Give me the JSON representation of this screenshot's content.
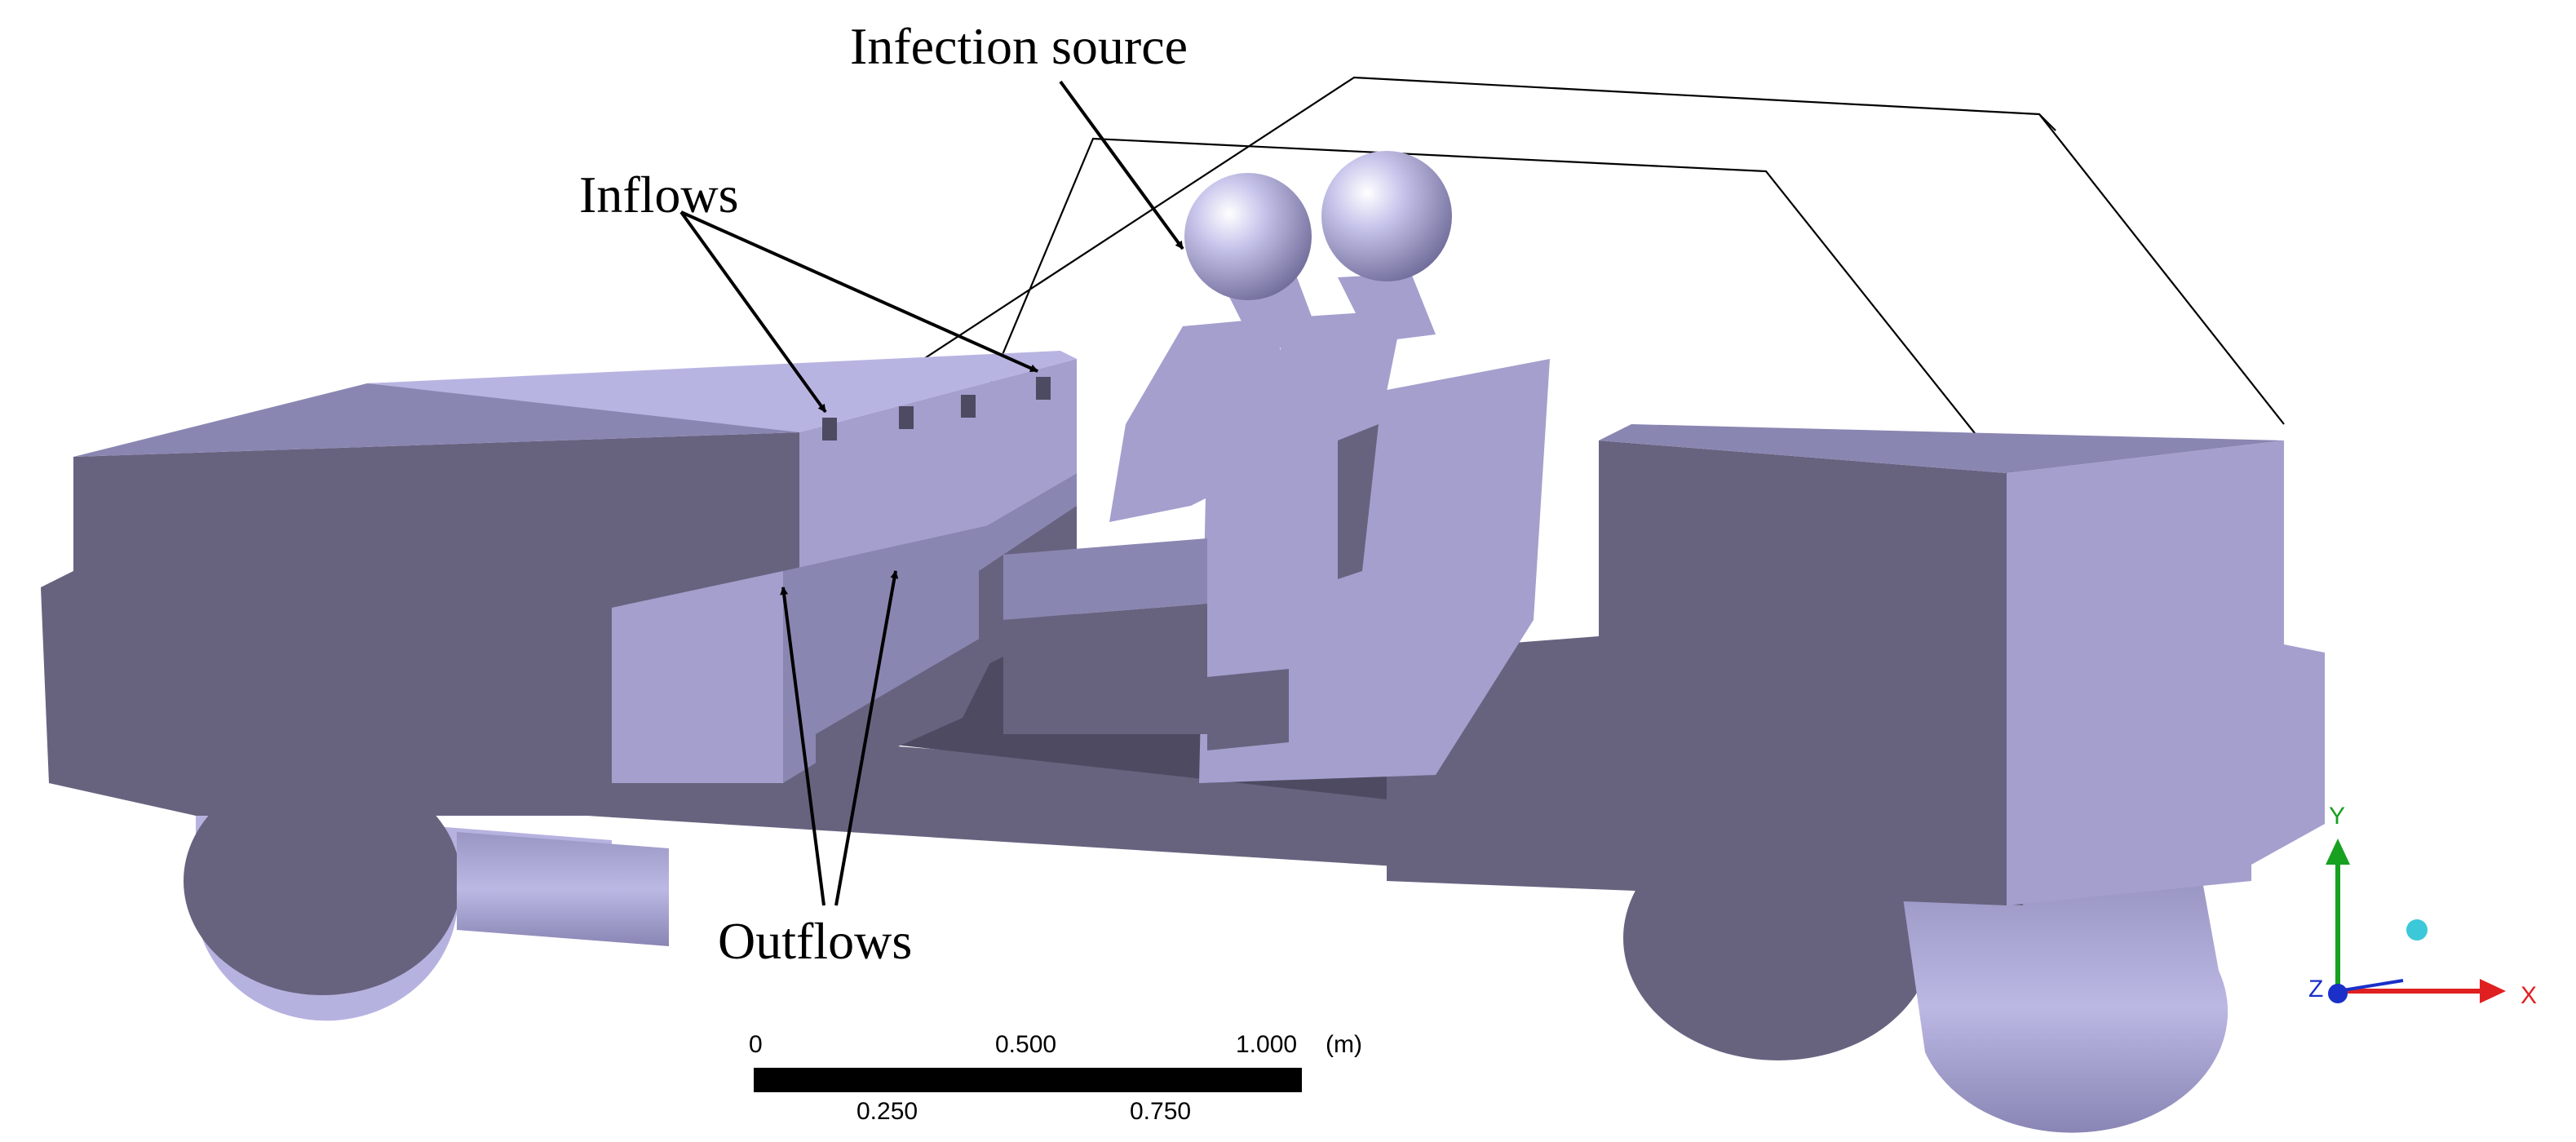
{
  "annotations": {
    "infection_source": "Infection source",
    "inflows": "Inflows",
    "outflows": "Outflows"
  },
  "scale_bar": {
    "top_labels": [
      "0",
      "0.500",
      "1.000"
    ],
    "bottom_labels": [
      "0.250",
      "0.750"
    ],
    "unit": "(m)"
  },
  "axes": {
    "x": "X",
    "y": "Y",
    "z": "Z"
  },
  "colors": {
    "body_front": "#67637f",
    "body_light": "#a49fcd",
    "body_mid": "#8a86b2",
    "body_dark": "#4d4a62",
    "axis_x": "#e02020",
    "axis_y": "#18a020",
    "axis_z": "#1a30c8",
    "axis_dot": "#3cc8d8"
  }
}
